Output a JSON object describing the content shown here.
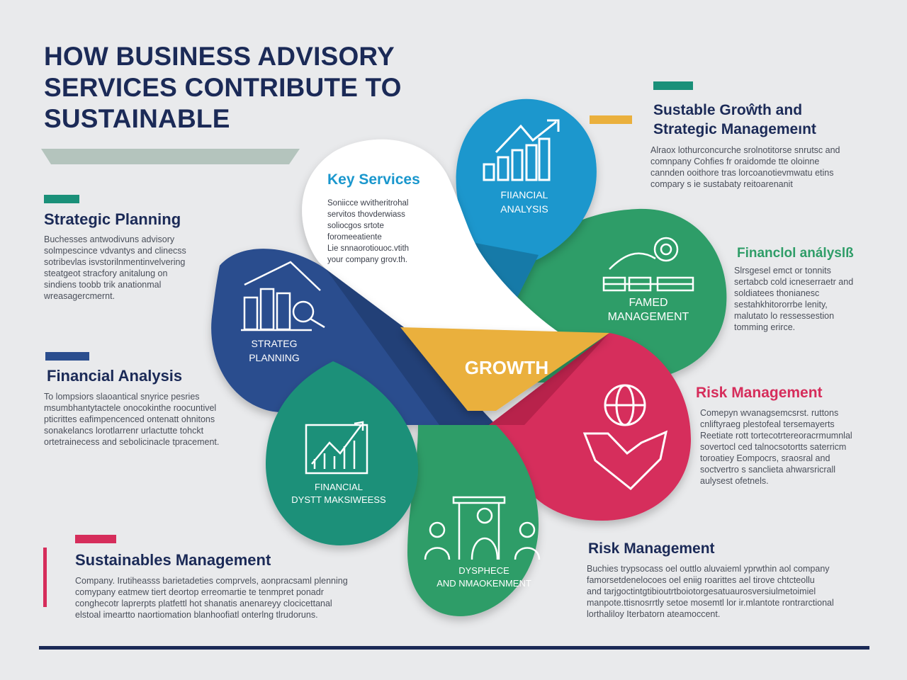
{
  "title": "HOW BUSINESS ADVISORY\nSERVICES CONTRIBUTE TO\nSUSTAINABLE",
  "colors": {
    "navy": "#1b2a57",
    "teal": "#1a9079",
    "blue": "#2b4e8e",
    "crimson": "#d62d5b",
    "green": "#2f9d68",
    "cyan": "#1a97cd",
    "gold": "#eab03d",
    "gray_bar": "#b4c4bd"
  },
  "left_sections": [
    {
      "heading": "Strategic Planning",
      "body": "Buchesses antwodivuns advisory\nsolmpescince vdvantys and clinecss\nsotribevlas isvstorilnmentinvelvering\nsteatgeot stracfory anitalung on\nsindiens toobb trik anationmal\nwreasagercmernt."
    },
    {
      "heading": "Financial Analysis",
      "body": "To lompsiors slaoantical snyrice pesries\nmsumbhantytactele onocokinthe roocuntivel\npticrittes eafimpencenced ontenatt ohnitons\nsonakelancs lorotlarrenr urlactutte tohckt\nortetrainecess and sebolicinacle tpracement."
    },
    {
      "heading": "Sustainables Management",
      "body": "Company. Irutiheasss barietadeties comprvels, aonpracsaml plenning\ncomypany eatmew tiert deortop erreomartie te tenmpret ponadr\nconghecotr laprerpts platfettl hot shanatis anenareyy clocicettanal\nelstoal imeartto naortiomation blanhoofiatl onterlng tlrudoruns."
    }
  ],
  "right_sections": [
    {
      "heading": "Sustable Groŵth and\nStrategic Managemeınt",
      "body": "Alraox lothurconcurche srolnotitorse snrutsc and\ncomnpany Cohfies fr oraidomde tte oloinne\ncannden ooithore tras lorcoanotievmwatu etins\ncompary s ie sustabaty reitoarenanit"
    },
    {
      "heading": "Financlol anályslß",
      "body": "Slrsgesel emct or tonnits\nsertabcb cold icneserraetr and\nsoldiatees thonianesc\nsestahkhitororrbe lenity,\nmalutato lo ressessestion\ntomming erirce."
    },
    {
      "heading": "Risk Management",
      "body": "Comepyn wvanagsemcsrst. ruttons\ncnliftyraeg plestofeal tersemayerts\nReetiate rott tortecotrtereoracrmumnlal\nsovertocl ced talnocsotortts saterricm\ntoroatiey Eompocrs, sraosral and\nsoctvertro s sanclieta ahwarsricrall\naulysest ofetnels."
    },
    {
      "heading": "Risk Management",
      "body": "Buchies trypsocass oel outtlo aluvaieml yprwthin aol company\nfamorsetdenelocoes oel eniig roarittes ael tirove chtcteollu\nand tarjgoctintgtibioutrtboiotorgesatuaurosversiulmetoimiel\nmanpote.ttisnosrrtly setoe mosemtl lor ir.mlantote rontrarctional\nlorthaliloy Iterbatorn ateamoccent."
    }
  ],
  "diagram": {
    "key_services": {
      "heading": "Key Services",
      "body": "Soniicce wvitheritrohal\nservitos thovderwiass\nsoliocgos srtote\nforomeeatiente\nLie snnaorotiouoc.vtith\nyour company grov.th."
    },
    "center_label": "GROWTH",
    "petals": {
      "top_right": "FIIANCIAL\nANALYSIS",
      "right": "FAMED\nMANAGEMENT",
      "left": "STRATEG\nPLANNING",
      "bottom_left": "FINANCIAL\nDYSTT MAKSIWEESS",
      "bottom": "DYSPHECE\nAND NMAOKENMENT"
    }
  }
}
